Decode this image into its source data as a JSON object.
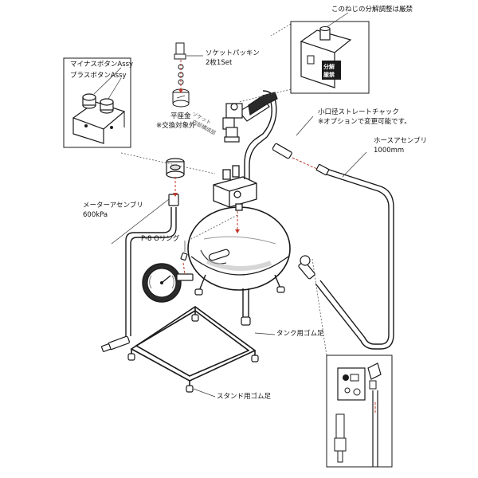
{
  "labels": {
    "tamper_warning": "このねじの分解調整は厳禁",
    "socket_packing": "ソケットパッキン",
    "socket_packing_qty": "2枚1Set",
    "minus_button": "マイナスボタンAssy",
    "plus_button": "プラスボタンAssy",
    "flat_washer": "平座金",
    "replace_excluded": "※交換対象外",
    "socket_text": "ソケット",
    "socket_text2": "内部構成部",
    "small_chuck": "小口径ストレートチャック",
    "optional_note": "※オプションで変更可能です。",
    "hose_assembly": "ホースアセンブリ",
    "hose_length": "1000mm",
    "meter_assembly": "メーターアセンブリ",
    "meter_pressure": "600kPa",
    "o_ring": "P-8 Oリング",
    "tank_foot": "タンク用ゴム足",
    "stand_foot": "スタンド用ゴム足",
    "stamp_1": "分解",
    "stamp_2": "厳禁"
  },
  "colors": {
    "line": "#1a1a1a",
    "leader": "#555555",
    "arrow_red": "#c0392b",
    "fill": "#ffffff",
    "shade": "#cfcfcf"
  }
}
